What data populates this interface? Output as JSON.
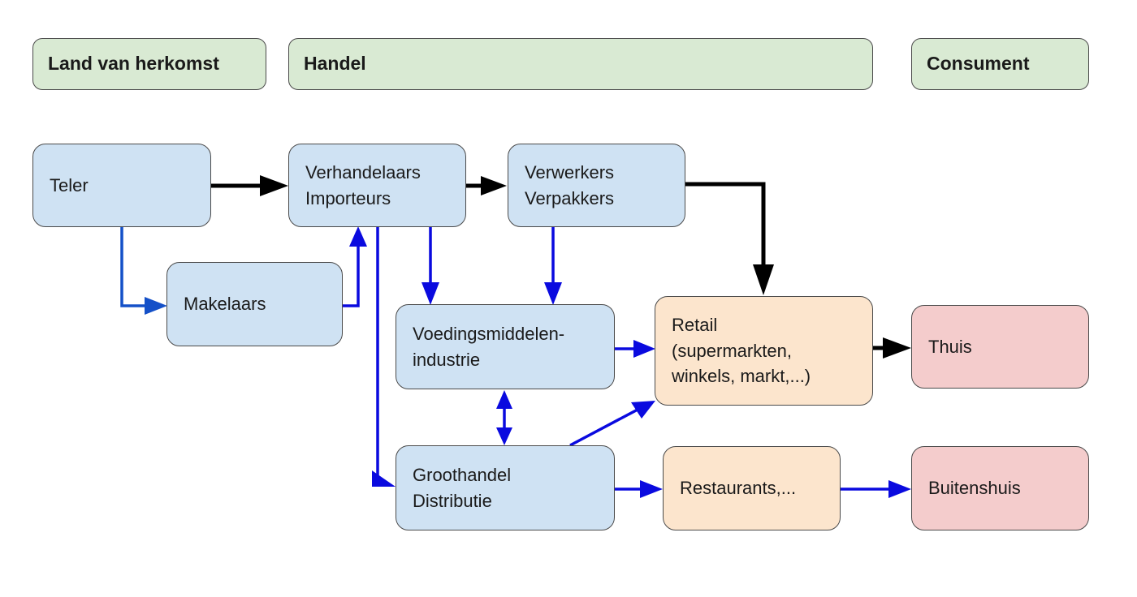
{
  "headers": {
    "origin": "Land van herkomst",
    "trade": "Handel",
    "consumer": "Consument"
  },
  "nodes": {
    "teler": "Teler",
    "verhandelaars": "Verhandelaars\nImporteurs",
    "verwerkers": "Verwerkers\nVerpakkers",
    "makelaars": "Makelaars",
    "voedingsindustrie": "Voedingsmiddelen-\nindustrie",
    "retail": "Retail\n(supermarkten,\nwinkels, markt,...)",
    "thuis": "Thuis",
    "groothandel": "Groothandel\nDistributie",
    "restaurants": "Restaurants,...",
    "buitenshuis": "Buitenshuis"
  },
  "edges": [
    {
      "from": "teler",
      "to": "verhandelaars",
      "color": "black"
    },
    {
      "from": "verhandelaars",
      "to": "verwerkers",
      "color": "black"
    },
    {
      "from": "verwerkers",
      "to": "retail",
      "color": "black"
    },
    {
      "from": "retail",
      "to": "thuis",
      "color": "black"
    },
    {
      "from": "teler",
      "to": "makelaars",
      "color": "blue"
    },
    {
      "from": "makelaars",
      "to": "verhandelaars",
      "color": "blue"
    },
    {
      "from": "verhandelaars",
      "to": "voedingsindustrie",
      "color": "blue"
    },
    {
      "from": "verhandelaars",
      "to": "groothandel",
      "color": "blue"
    },
    {
      "from": "verwerkers",
      "to": "voedingsindustrie",
      "color": "blue"
    },
    {
      "from": "voedingsindustrie",
      "to": "retail",
      "color": "blue"
    },
    {
      "from": "voedingsindustrie",
      "to": "groothandel",
      "color": "blue",
      "bidirectional": true
    },
    {
      "from": "groothandel",
      "to": "retail",
      "color": "blue"
    },
    {
      "from": "groothandel",
      "to": "restaurants",
      "color": "blue"
    },
    {
      "from": "restaurants",
      "to": "buitenshuis",
      "color": "blue"
    }
  ],
  "colors": {
    "header_fill": "#d9ead3",
    "actor_fill": "#cfe2f3",
    "outlet_fill": "#fce5cd",
    "consumer_fill": "#f4cccc",
    "main_flow": "#000000",
    "secondary_flow": "#0a0adf"
  }
}
